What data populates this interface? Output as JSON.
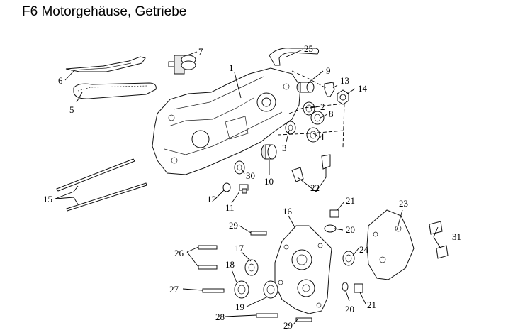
{
  "title": "F6 Motorgehäuse, Getriebe",
  "callouts": [
    "1",
    "2",
    "3",
    "4",
    "5",
    "6",
    "7",
    "8",
    "9",
    "10",
    "11",
    "12",
    "13",
    "14",
    "15",
    "16",
    "17",
    "18",
    "19",
    "20",
    "20",
    "21",
    "21",
    "22",
    "23",
    "24",
    "25",
    "26",
    "27",
    "28",
    "29",
    "29",
    "30",
    "31"
  ]
}
